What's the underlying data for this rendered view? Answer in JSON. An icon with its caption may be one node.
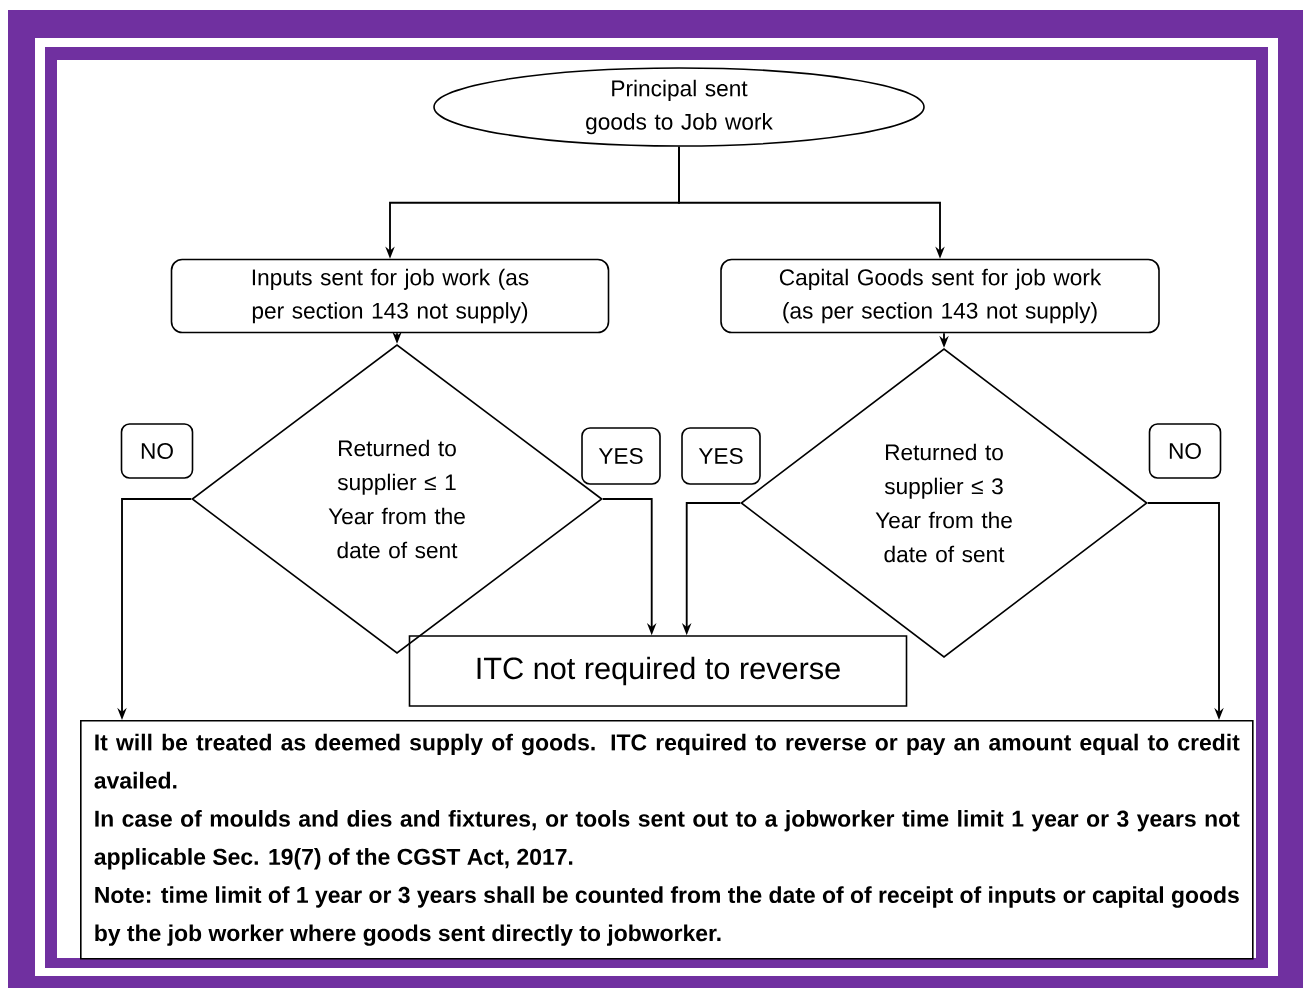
{
  "diagram": {
    "nodes": [
      {
        "text": [
          "Principal sent goods to Job work"
        ]
      },
      {
        "text": [
          "Inputs sent for job work (as per section 143 not supply)"
        ]
      },
      {
        "text": [
          "Capital Goods sent for job work (as per section 143 not supply)"
        ]
      },
      {
        "text": [
          "Returned to supplier ≤ 1 Year from the date of sent"
        ]
      },
      {
        "text": [
          "Returned to supplier ≤ 3 Year from the date of sent"
        ]
      },
      {
        "text": [
          "ITC not required to reverse"
        ]
      },
      {
        "text": [
          "It will be treated as deemed supply of goods. ITC required to reverse or pay an amount equal to credit availed.",
          "In case of moulds and dies and fixtures, or tools sent out to a jobworker time limit 1 year or 3 years not applicable Sec. 19(7) of the CGST Act, 2017.",
          "Note: time limit of 1 year or 3 years shall be counted from the date of of receipt of inputs or capital goods by the job worker where goods sent directly to jobworker."
        ]
      },
      {
        "text": [
          "NO"
        ]
      },
      {
        "text": [
          "YES"
        ]
      },
      {
        "text": [
          "YES"
        ]
      },
      {
        "text": [
          "NO"
        ]
      }
    ],
    "edges": [
      {
        "from": 0,
        "to": 1,
        "arrow": "to"
      },
      {
        "from": 0,
        "to": 2,
        "arrow": "to"
      },
      {
        "from": 1,
        "to": 3,
        "arrow": "to"
      },
      {
        "from": 2,
        "to": 4,
        "arrow": "to"
      },
      {
        "from": 3,
        "to": 5,
        "arrow": "to"
      },
      {
        "from": 4,
        "to": 5,
        "arrow": "to"
      },
      {
        "from": 3,
        "to": 6,
        "arrow": "to"
      },
      {
        "from": 4,
        "to": 6,
        "arrow": "to"
      }
    ]
  }
}
